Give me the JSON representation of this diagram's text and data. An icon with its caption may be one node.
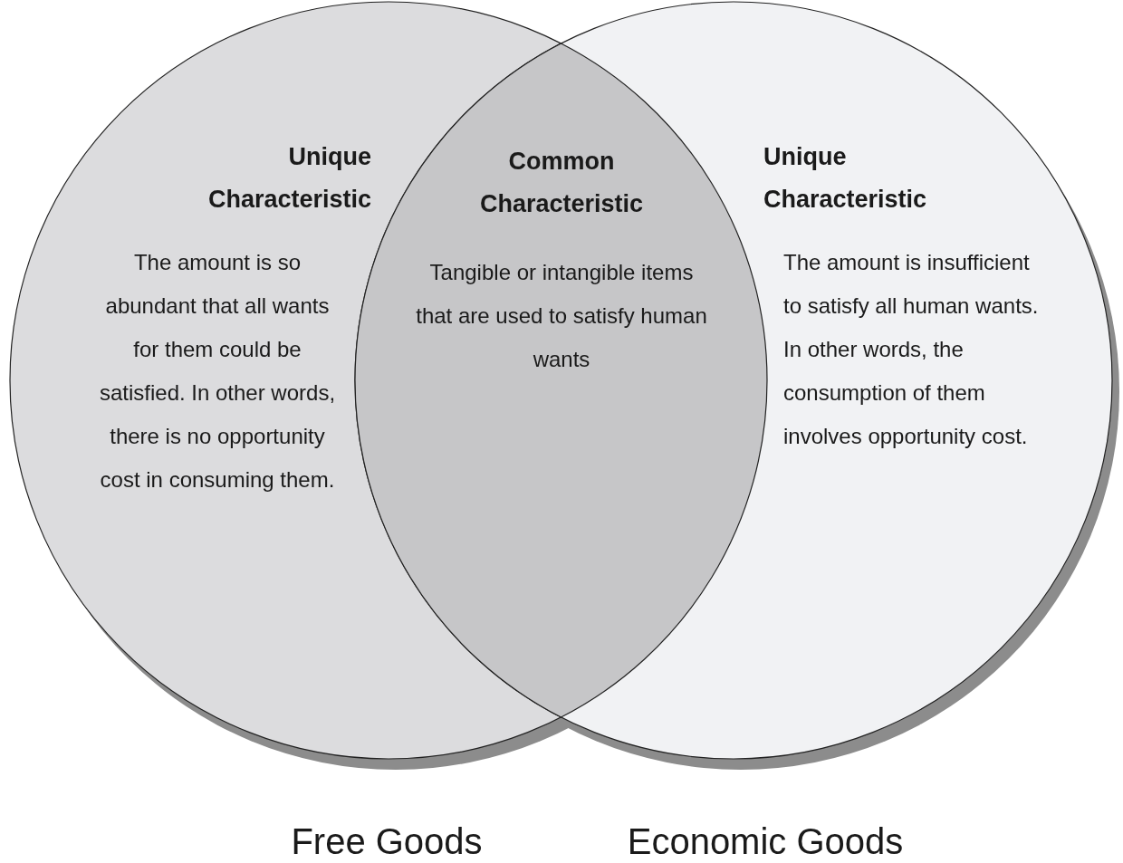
{
  "diagram": {
    "nodes": [
      {
        "text": [
          "Unique Characteristic",
          "The amount is so abundant that all wants for them could be satisfied. In other words, there is no opportunity cost in consuming them."
        ]
      },
      {
        "text": [
          "Common Characteristic",
          "Tangible or intangible items that are used to satisfy human wants"
        ]
      },
      {
        "text": [
          "Unique Characteristic",
          "The amount is insufficient to satisfy all human wants. In other words, the consumption of them involves opportunity cost."
        ]
      }
    ],
    "labels": [
      "Free Goods",
      "Economic Goods"
    ]
  }
}
